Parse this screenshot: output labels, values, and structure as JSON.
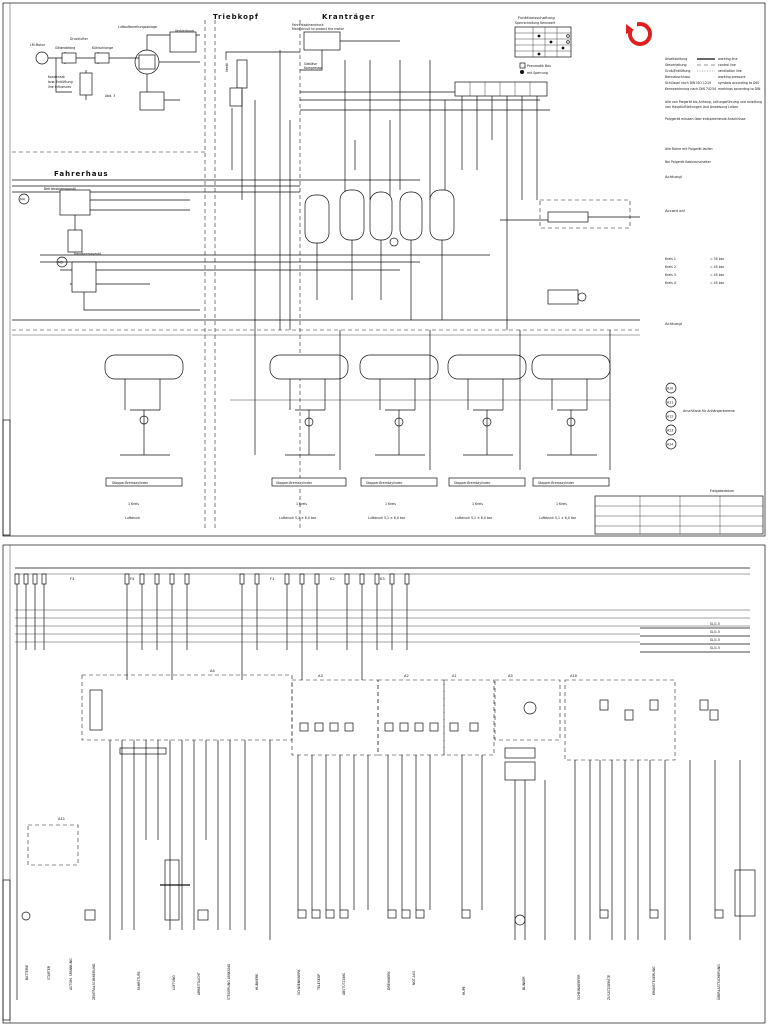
{
  "top_sheet": {
    "sections": {
      "triebkopf": "Triebkopf",
      "krantraeger": "Kranträger",
      "fahrerhaus": "Fahrerhaus"
    },
    "function_table_title": "Funktionsschaltung",
    "function_table_sub": "Sperrschaltung Kennwert",
    "kr_circuit_note_de": "Fahrerkabinendruck",
    "kr_circuit_note_en": "Main circuit to protect the motor",
    "legend": [
      {
        "de": "Arbeitsleitung",
        "en": "working line"
      },
      {
        "de": "Steuerleitung",
        "en": "control line"
      },
      {
        "de": "Gruß/Entlüftung",
        "en": "ventilation line"
      },
      {
        "de": "Nennabschlussl.",
        "en": "working pressure"
      },
      {
        "de": "Schlüssel nach DIN ISO 1219",
        "en": "symbols according to DIN"
      },
      {
        "de": "Kennzeichnung nach DIN 74254",
        "en": "markings according to DIN"
      }
    ],
    "notes": [
      "Alle von Polgerät bis Anhang, Leitungsführung und anleitung",
      "von Hauptluftleitungen laut Anweisung Leiten",
      "Polygerät müssen über entsprechende Anschlüsse",
      "Alle Rohre mit Polgerät laufen",
      "Bei Polgerät Kabinenschalter",
      "Achtung!",
      "Accord on!",
      "Anschluss für Winterdruck"
    ],
    "pressure_values": [
      {
        "label": "Kreis 1",
        "value": "= 35 bar"
      },
      {
        "label": "Kreis 2",
        "value": "= 45 bar"
      },
      {
        "label": "Kreis 3",
        "value": "= 45 bar"
      },
      {
        "label": "Kreis 4",
        "value": "= 45 bar"
      }
    ],
    "brake_cylinders": [
      {
        "title": "Stopper-Bremszylinder",
        "line1": "1 Kreis",
        "line2": "Luftdruck"
      },
      {
        "title": "Stopper-Bremszylinder",
        "line1": "1 Kreis",
        "line2": "Luftdruck 5,1 × 6,0 bar"
      },
      {
        "title": "Stopper-Bremszylinder",
        "line1": "1 Kreis",
        "line2": "Luftdruck 5,1 × 6,0 bar"
      },
      {
        "title": "Stopper-Bremszylinder",
        "line1": "1 Kreis",
        "line2": "Luftdruck 5,1 × 6,0 bar"
      },
      {
        "title": "Stopper-Bremszylinder",
        "line1": "1 Kreis",
        "line2": "Luftdruck 5,1 × 6,0 bar"
      }
    ],
    "side_markers": [
      "A10",
      "A11",
      "A12",
      "A13",
      "A14"
    ],
    "side_note": "Anschlüsse für Anhängerbremse",
    "part_numbers_right": "Freigabedatum",
    "left_tags": [
      "M4",
      "M3",
      "M2",
      "M1"
    ]
  },
  "bottom_sheet": {
    "fuses": [
      "F4",
      "F1",
      "K2",
      "K3",
      "F3"
    ],
    "modules": [
      "A4",
      "A3",
      "A2",
      "A1",
      "A5",
      "A10",
      "A11"
    ],
    "bottom_labels": [
      "BATTERIE",
      "STARTER",
      "AUTOM. SPANNUNG",
      "ZENTRALSCHMIERUNG",
      "FAHRSTUFE",
      "LÜFTUNG",
      "ARBEITSLICHT",
      "STEUERUNG LENKUNG",
      "HUBWERK",
      "SCHWENKWERK",
      "TELESKOP",
      "ABSTÜTZUNG",
      "DREHWERK",
      "NOT-AUS",
      "HUPE",
      "BLINKER",
      "SCHEINWERFER",
      "ZUSATZGERÄTE",
      "KRANSTEUERUNG",
      "ÜBERLASTSICHERUNG"
    ],
    "right_labels": [
      "SL/1.5",
      "SL/1.5",
      "SL/1.5",
      "SL/1.5"
    ]
  }
}
